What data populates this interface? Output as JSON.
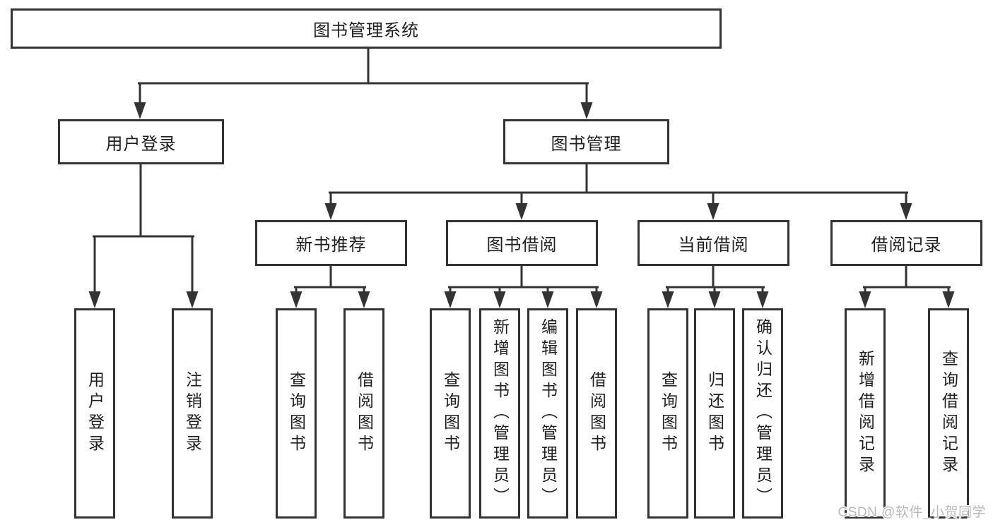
{
  "colors": {
    "line": "#333333",
    "box_border": "#333333",
    "text": "#1f1f1f",
    "watermark": "#b9b9b9",
    "background": "#ffffff"
  },
  "watermark": "CSDN @软件_小贺同学",
  "tree": {
    "root": {
      "label": "图书管理系统"
    },
    "branches": [
      {
        "label": "用户登录",
        "children": [
          {
            "label": "用户登录"
          },
          {
            "label": "注销登录"
          }
        ]
      },
      {
        "label": "图书管理",
        "children": [
          {
            "label": "新书推荐",
            "children": [
              {
                "label": "查询图书"
              },
              {
                "label": "借阅图书"
              }
            ]
          },
          {
            "label": "图书借阅",
            "children": [
              {
                "label": "查询图书"
              },
              {
                "label": "新增图书（管理员）"
              },
              {
                "label": "编辑图书（管理员）"
              },
              {
                "label": "借阅图书"
              }
            ]
          },
          {
            "label": "当前借阅",
            "children": [
              {
                "label": "查询图书"
              },
              {
                "label": "归还图书"
              },
              {
                "label": "确认归还（管理员）"
              }
            ]
          },
          {
            "label": "借阅记录",
            "children": [
              {
                "label": "新增借阅记录"
              },
              {
                "label": "查询借阅记录"
              }
            ]
          }
        ]
      }
    ]
  }
}
